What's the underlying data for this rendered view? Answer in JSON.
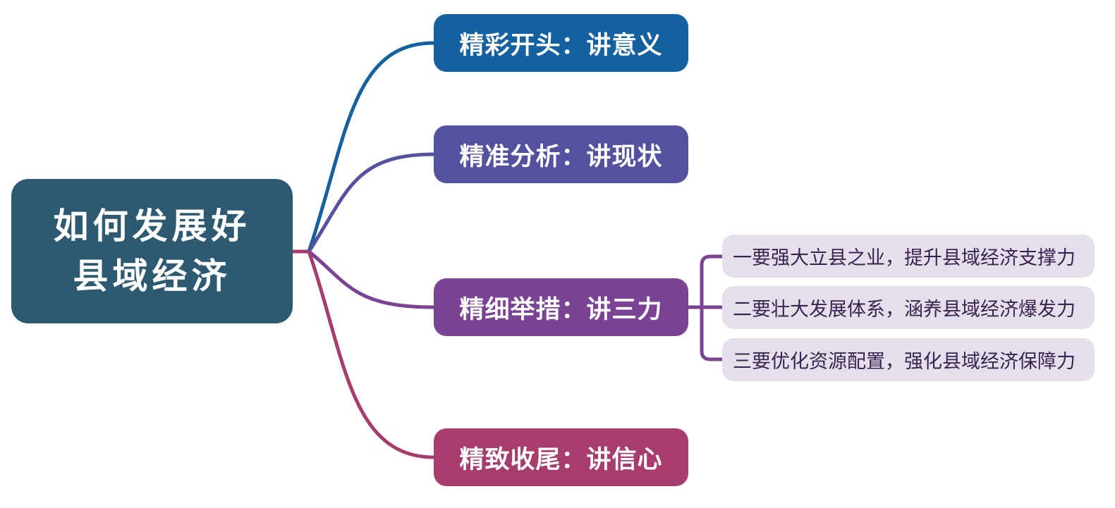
{
  "root": {
    "label": "如何发展好\n县域经济",
    "color": "#2d5971",
    "text_color": "#ffffff"
  },
  "branches": [
    {
      "label": "精彩开头：讲意义",
      "color": "#15609f",
      "text_color": "#ffffff"
    },
    {
      "label": "精准分析：讲现状",
      "color": "#54519e",
      "text_color": "#ffffff"
    },
    {
      "label": "精细举措：讲三力",
      "color": "#7b4394",
      "text_color": "#ffffff",
      "children": [
        {
          "label": "一要强大立县之业，提升县域经济支撑力"
        },
        {
          "label": "二要壮大发展体系，涵养县域经济爆发力"
        },
        {
          "label": "三要优化资源配置，强化县域经济保障力"
        }
      ]
    },
    {
      "label": "精致收尾：讲信心",
      "color": "#a63d6d",
      "text_color": "#ffffff"
    }
  ],
  "child_style": {
    "bg_color": "#e7deeb",
    "text_color": "#352550"
  }
}
